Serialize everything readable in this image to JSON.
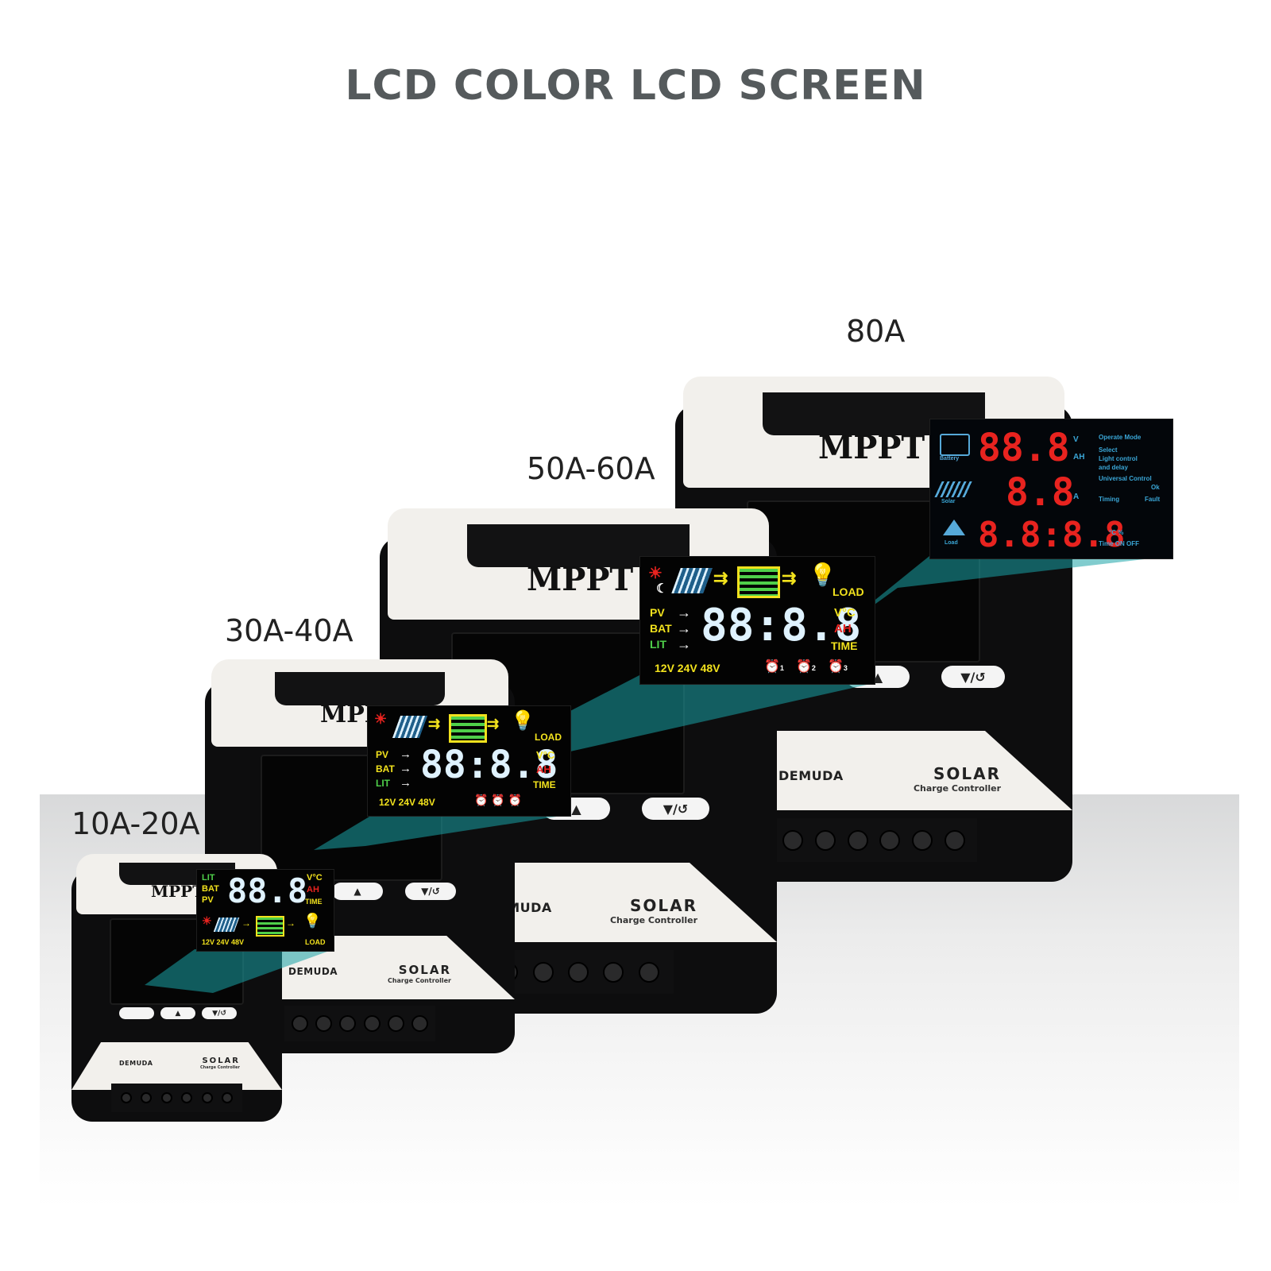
{
  "title": "LCD COLOR LCD SCREEN",
  "models": [
    {
      "label": "10A-20A"
    },
    {
      "label": "30A-40A"
    },
    {
      "label": "50A-60A"
    },
    {
      "label": "80A"
    }
  ],
  "device": {
    "mppt": "MPPT",
    "brand": "DEMUDA",
    "solar": "SOLAR",
    "subtitle": "Charge Controller",
    "buttons": [
      "▲",
      "▼/↺"
    ]
  },
  "lcd_small": {
    "rows": [
      "LIT",
      "BAT",
      "PV"
    ],
    "digits": "88.8",
    "units": [
      "V°C",
      "AH",
      "TIME"
    ],
    "voltages": "12V  24V  48V",
    "load": "LOAD"
  },
  "lcd_mid": {
    "rows": [
      "PV",
      "BAT",
      "LIT"
    ],
    "digits": "88:8.8",
    "units": [
      "V°C",
      "AH",
      "TIME"
    ],
    "voltages": "12V  24V  48V",
    "load": "LOAD"
  },
  "lcd_large": {
    "rows": [
      "PV",
      "BAT",
      "LIT"
    ],
    "digits": "88:8.8",
    "units": [
      "V°C",
      "AH",
      "TIME"
    ],
    "voltages": "12V  24V  48V",
    "load": "LOAD",
    "timers": [
      "1",
      "2",
      "3"
    ]
  },
  "lcd_80a": {
    "battery_label": "Battery",
    "solar_label": "Solar",
    "load_label": "Load",
    "row1_digits": "88.8",
    "row1_units": [
      "V",
      "AH"
    ],
    "row2_digits": "8.8",
    "row2_unit": "A",
    "row3_digits": "8.8:8.8",
    "row3_unit": "°C %",
    "right_labels": [
      "Operate Mode",
      "Select",
      "Light control",
      "and delay",
      "Universal Control",
      "Ok",
      "Timing",
      "Fault",
      "Time ON OFF"
    ]
  },
  "colors": {
    "teal": "#1aa3a5",
    "digit_red": "#e8231f",
    "digit_blue": "#dff2ff",
    "label_yellow": "#f2e21d",
    "label_green": "#4fd04a"
  }
}
